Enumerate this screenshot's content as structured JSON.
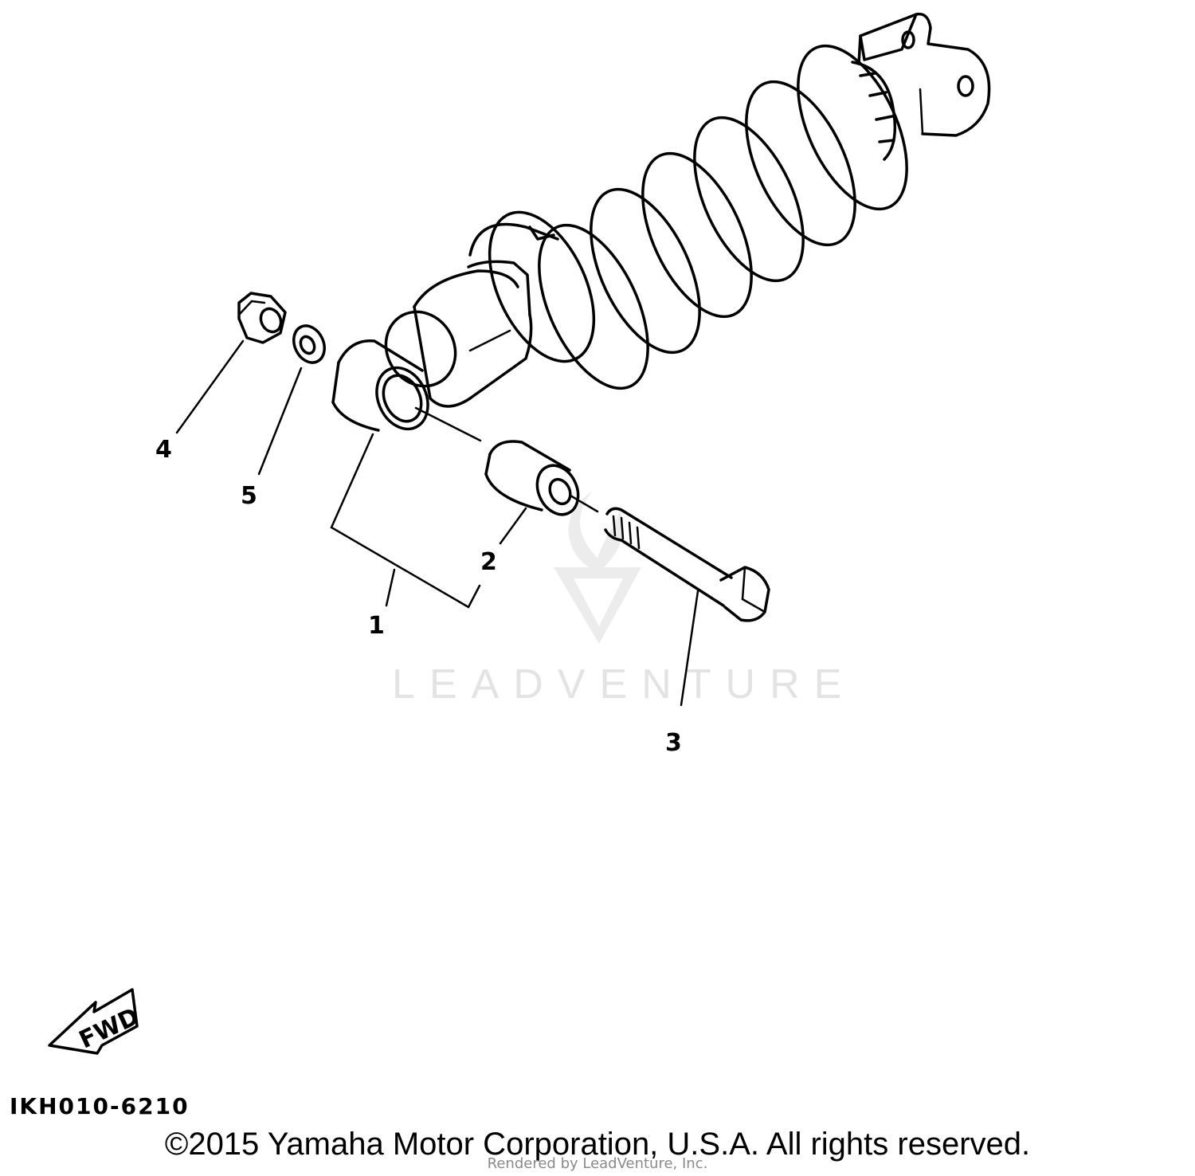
{
  "callouts": {
    "c1": "1",
    "c2": "2",
    "c3": "3",
    "c4": "4",
    "c5": "5"
  },
  "watermark": {
    "text": "LEADVENTURE"
  },
  "fwd_label": "FWD",
  "diagram_code": "IKH010-6210",
  "copyright": "©2015 Yamaha Motor Corporation, U.S.A. All rights reserved.",
  "rendered_by": "Rendered by LeadVenture, Inc."
}
